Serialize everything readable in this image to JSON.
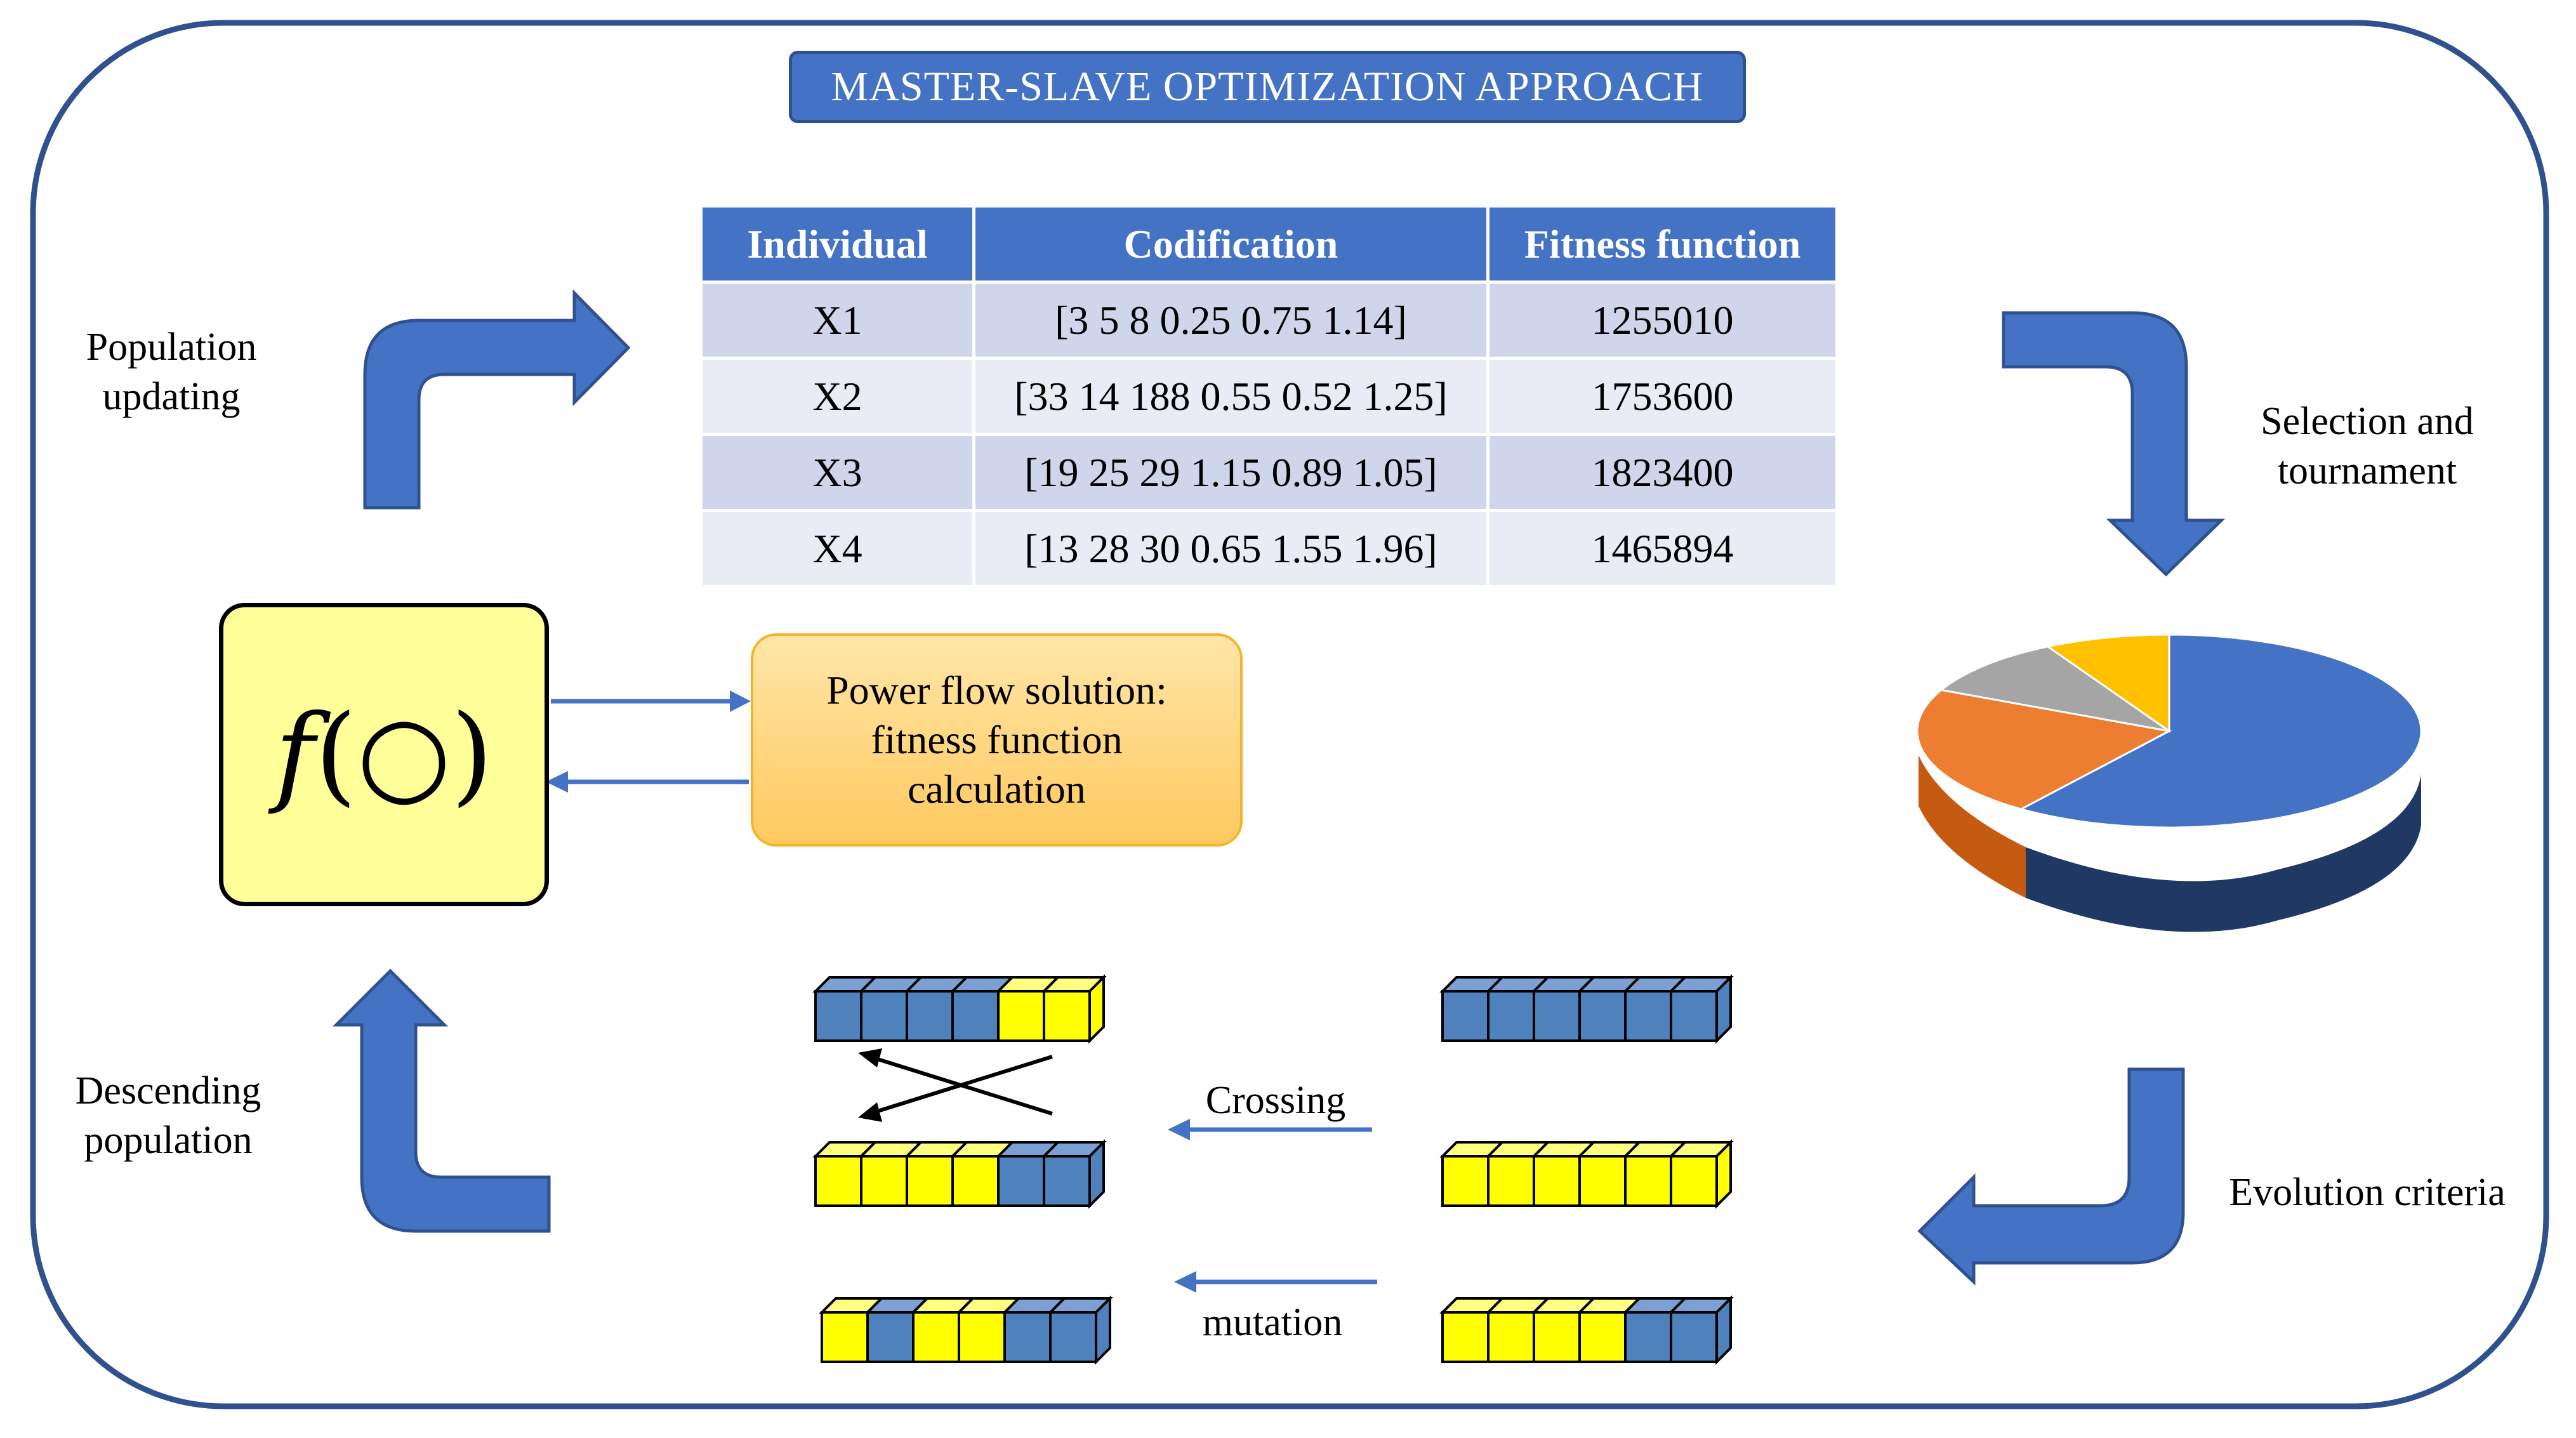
{
  "title": "MASTER-SLAVE OPTIMIZATION APPROACH",
  "table": {
    "headers": [
      "Individual",
      "Codification",
      "Fitness function"
    ],
    "rows": [
      [
        "X1",
        "[3 5 8 0.25 0.75 1.14]",
        "1255010"
      ],
      [
        "X2",
        "[33 14 188 0.55 0.52 1.25]",
        "1753600"
      ],
      [
        "X3",
        "[19 25 29 1.15 0.89 1.05]",
        "1823400"
      ],
      [
        "X4",
        "[13 28 30 0.65 1.55 1.96]",
        "1465894"
      ]
    ]
  },
  "labels": {
    "population_updating": "Population updating",
    "selection": "Selection and tournament",
    "descending": "Descending population",
    "evolution": "Evolution criteria",
    "crossing": "Crossing",
    "mutation": "mutation"
  },
  "function_box": {
    "symbol": "f",
    "argument": "(○)"
  },
  "power_flow": "Power flow solution: fitness function calculation",
  "pie": {
    "slices": [
      {
        "value": 0.6,
        "color": "#4472c4"
      },
      {
        "value": 0.22,
        "color": "#ed7d31"
      },
      {
        "value": 0.1,
        "color": "#a5a5a5"
      },
      {
        "value": 0.08,
        "color": "#ffc000"
      }
    ]
  },
  "chromosomes": [
    [
      "blue",
      "blue",
      "blue",
      "blue",
      "yellow",
      "yellow"
    ],
    [
      "yellow",
      "yellow",
      "yellow",
      "yellow",
      "blue",
      "blue"
    ],
    [
      "yellow",
      "blue",
      "yellow",
      "yellow",
      "blue",
      "blue"
    ],
    [
      "blue",
      "blue",
      "blue",
      "blue",
      "blue",
      "blue"
    ],
    [
      "yellow",
      "yellow",
      "yellow",
      "yellow",
      "yellow",
      "yellow"
    ],
    [
      "yellow",
      "yellow",
      "yellow",
      "yellow",
      "blue",
      "blue"
    ]
  ],
  "colors": {
    "frame": "#2f528f",
    "accent_blue": "#4472c4",
    "gene_blue": "#4f81bd",
    "gene_yellow": "#ffff00"
  }
}
